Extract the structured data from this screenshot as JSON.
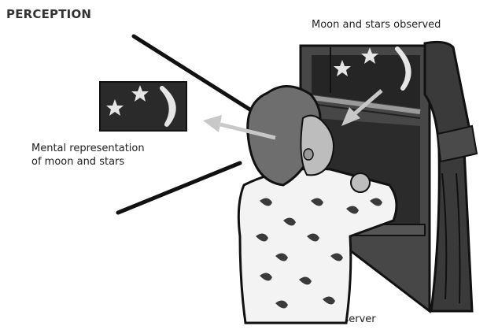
{
  "title": "PERCEPTION",
  "labels": {
    "moon_observed": "Moon and stars observed",
    "mental_line1": "Mental representation",
    "mental_line2": "of moon and stars",
    "observer": "Observer"
  },
  "colors": {
    "night_sky": "#2a2a2a",
    "window_frame": "#3c3c3c",
    "curtain": "#2e2e2e",
    "hair": "#6e6e6e",
    "skin": "#bdbdbd",
    "pajama_pattern": "#3a3a3a",
    "arrow": "#c8c8c8",
    "moon_star": "#e6e6e6"
  }
}
